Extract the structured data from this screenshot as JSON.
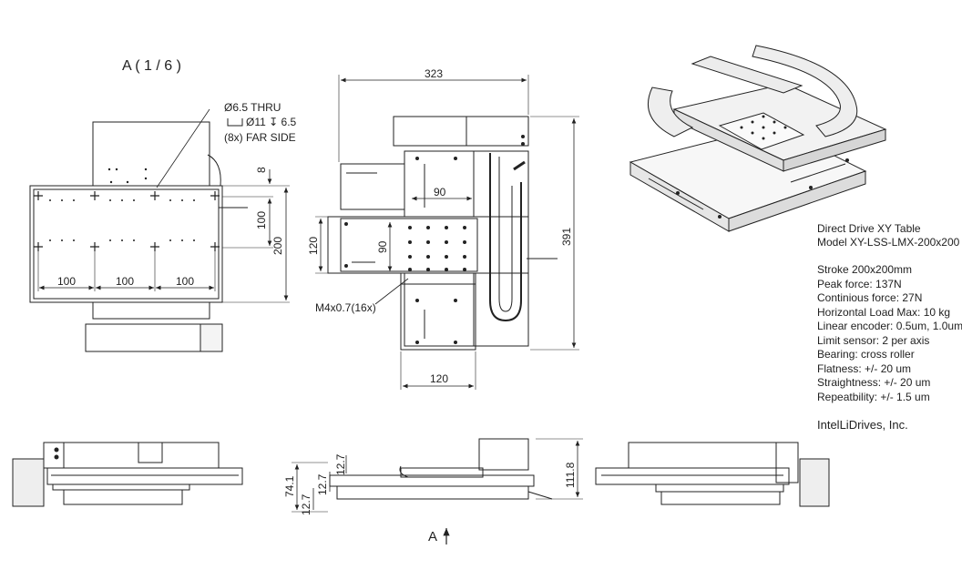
{
  "view_label": "A ( 1 / 6 )",
  "hole_note": {
    "line1": "Ø6.5 THRU",
    "line2": "Ø11 ↧ 6.5",
    "line3": "(8x) FAR SIDE"
  },
  "left_view_dims": {
    "d8": "8",
    "d100v": "100",
    "d200": "200",
    "h1": "100",
    "h2": "100",
    "h3": "100"
  },
  "center_view_dims": {
    "width": "323",
    "height": "391",
    "d90h": "90",
    "d90v": "90",
    "d120v": "120",
    "d120h": "120",
    "thread_note": "M4x0.7(16x)"
  },
  "bottom_dims": {
    "d74": "74.1",
    "d127a": "12.7",
    "d127b": "12.7",
    "d127c": "12.7",
    "d1118": "111.8"
  },
  "view_arrow_label": "A",
  "specs": {
    "title": "Direct Drive XY Table",
    "model": "Model XY-LSS-LMX-200x200",
    "lines": [
      "Stroke 200x200mm",
      "Peak force: 137N",
      "Continious force: 27N",
      "Horizontal Load Max: 10 kg",
      "Linear encoder: 0.5um, 1.0um",
      "Limit sensor: 2 per axis",
      "Bearing: cross roller",
      "Flatness: +/- 20 um",
      "Straightness: +/- 20 um",
      "Repeatbility: +/- 1.5 um"
    ],
    "company": "IntelLiDrives, Inc."
  }
}
